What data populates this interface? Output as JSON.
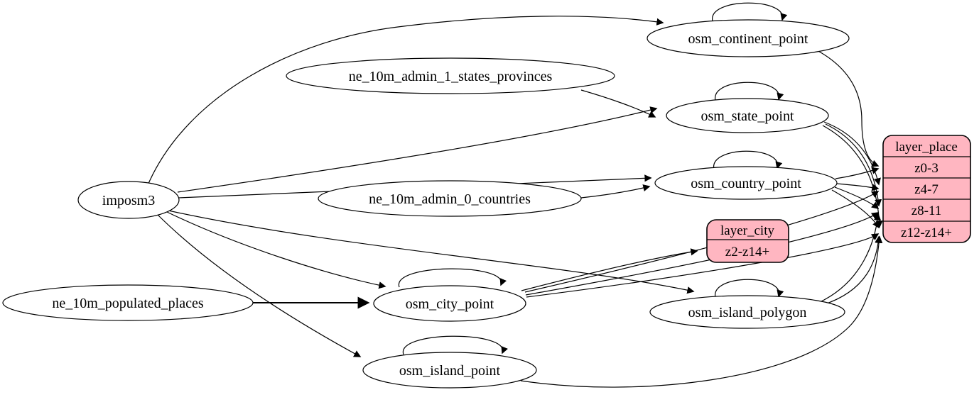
{
  "colors": {
    "background": "#ffffff",
    "node_fill": "#ffffff",
    "record_fill": "#ffb6c1",
    "stroke": "#000000"
  },
  "nodes": {
    "imposm3": "imposm3",
    "ne_10m_admin_1_states_provinces": "ne_10m_admin_1_states_provinces",
    "ne_10m_admin_0_countries": "ne_10m_admin_0_countries",
    "ne_10m_populated_places": "ne_10m_populated_places",
    "osm_continent_point": "osm_continent_point",
    "osm_state_point": "osm_state_point",
    "osm_country_point": "osm_country_point",
    "osm_city_point": "osm_city_point",
    "osm_island_polygon": "osm_island_polygon",
    "osm_island_point": "osm_island_point"
  },
  "records": {
    "layer_place": {
      "title": "layer_place",
      "rows": [
        "z0-3",
        "z4-7",
        "z8-11",
        "z12-z14+"
      ]
    },
    "layer_city": {
      "title": "layer_city",
      "rows": [
        "z2-z14+"
      ]
    }
  },
  "edges": [
    {
      "from": "imposm3",
      "to": "osm_continent_point"
    },
    {
      "from": "imposm3",
      "to": "osm_state_point"
    },
    {
      "from": "imposm3",
      "to": "osm_country_point"
    },
    {
      "from": "imposm3",
      "to": "osm_city_point"
    },
    {
      "from": "imposm3",
      "to": "osm_island_polygon"
    },
    {
      "from": "imposm3",
      "to": "osm_island_point"
    },
    {
      "from": "ne_10m_admin_1_states_provinces",
      "to": "osm_state_point"
    },
    {
      "from": "ne_10m_admin_0_countries",
      "to": "osm_country_point"
    },
    {
      "from": "ne_10m_populated_places",
      "to": "osm_city_point"
    },
    {
      "from": "osm_continent_point",
      "to": "osm_continent_point"
    },
    {
      "from": "osm_state_point",
      "to": "osm_state_point"
    },
    {
      "from": "osm_country_point",
      "to": "osm_country_point"
    },
    {
      "from": "osm_city_point",
      "to": "osm_city_point"
    },
    {
      "from": "osm_island_polygon",
      "to": "osm_island_polygon"
    },
    {
      "from": "osm_island_point",
      "to": "osm_island_point"
    },
    {
      "from": "osm_continent_point",
      "to": "layer_place:z0-3"
    },
    {
      "from": "osm_country_point",
      "to": "layer_place:z0-3"
    },
    {
      "from": "osm_country_point",
      "to": "layer_place:z4-7"
    },
    {
      "from": "osm_country_point",
      "to": "layer_place:z8-11"
    },
    {
      "from": "osm_country_point",
      "to": "layer_place:z12-z14+"
    },
    {
      "from": "osm_state_point",
      "to": "layer_place:z4-7"
    },
    {
      "from": "osm_state_point",
      "to": "layer_place:z8-11"
    },
    {
      "from": "osm_state_point",
      "to": "layer_place:z12-z14+"
    },
    {
      "from": "osm_city_point",
      "to": "layer_city:z2-z14+"
    },
    {
      "from": "osm_city_point",
      "to": "layer_place:z4-7"
    },
    {
      "from": "osm_city_point",
      "to": "layer_place:z8-11"
    },
    {
      "from": "osm_city_point",
      "to": "layer_place:z12-z14+"
    },
    {
      "from": "osm_island_polygon",
      "to": "layer_place:z8-11"
    },
    {
      "from": "osm_island_polygon",
      "to": "layer_place:z12-z14+"
    },
    {
      "from": "osm_island_point",
      "to": "layer_place:z12-z14+"
    }
  ]
}
